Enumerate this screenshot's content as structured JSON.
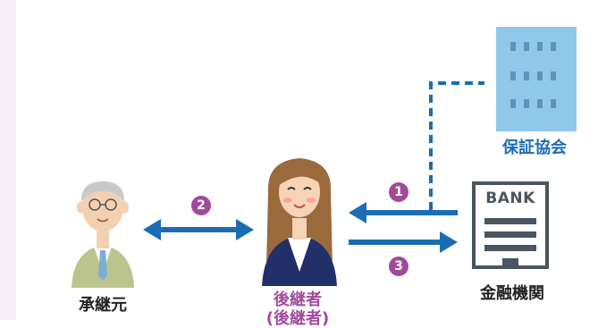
{
  "nodes": {
    "guarantee_association": "保証協会",
    "bank_sign": "BANK",
    "financial_institution": "金融機関",
    "successor": "後継者",
    "successor_sub": "(後継者)",
    "predecessor": "承継元"
  },
  "steps": {
    "one": "1",
    "two": "2",
    "three": "3"
  },
  "colors": {
    "arrow": "#1a6db4",
    "step_badge": "#a14a9b",
    "building": "#8fc8ea",
    "window": "#5f93ba",
    "bank_frame": "#4b5560"
  }
}
